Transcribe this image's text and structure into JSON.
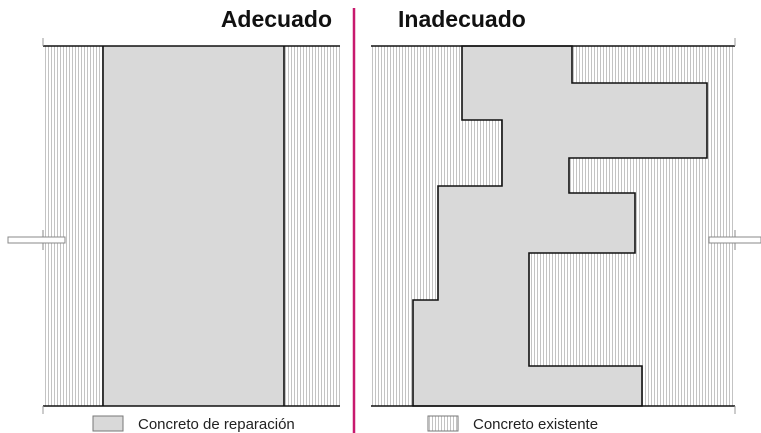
{
  "panels": {
    "left": {
      "title": "Adecuado"
    },
    "right": {
      "title": "Inadecuado"
    }
  },
  "legend": {
    "repair": {
      "label": "Concreto de reparación"
    },
    "existing": {
      "label": "Concreto existente"
    }
  },
  "colors": {
    "repair_fill": "#d9d9d9",
    "existing_hatch": "#b4b4b4",
    "outline": "#111111",
    "divider": "#c8196e"
  }
}
